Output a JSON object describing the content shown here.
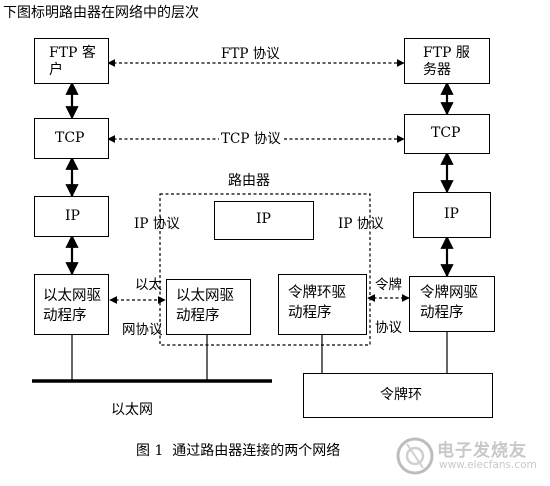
{
  "header": {
    "title": "下图标明路由器在网络中的层次"
  },
  "left_host": {
    "ftp": "FTP 客户",
    "tcp": "TCP",
    "ip": "IP",
    "driver": "以太网驱动程序"
  },
  "right_host": {
    "ftp": "FTP 服务器",
    "tcp": "TCP",
    "ip": "IP",
    "driver": "令牌网驱动程序"
  },
  "router": {
    "label": "路由器",
    "ip": "IP",
    "eth_driver": "以太网驱动程序",
    "token_driver": "令牌环驱动程序"
  },
  "protocols": {
    "ftp": "FTP 协议",
    "tcp": "TCP 协议",
    "ip_left": "IP 协议",
    "ip_right": "IP 协议",
    "eth_a": "以太",
    "eth_b": "网协议",
    "token_a": "令牌",
    "token_b": "协议"
  },
  "networks": {
    "ethernet": "以太网",
    "token_ring": "令牌环"
  },
  "caption": "图 1  通过路由器连接的两个网络",
  "watermark": {
    "name": "电子发烧友",
    "url": "www.elecfans.com"
  }
}
